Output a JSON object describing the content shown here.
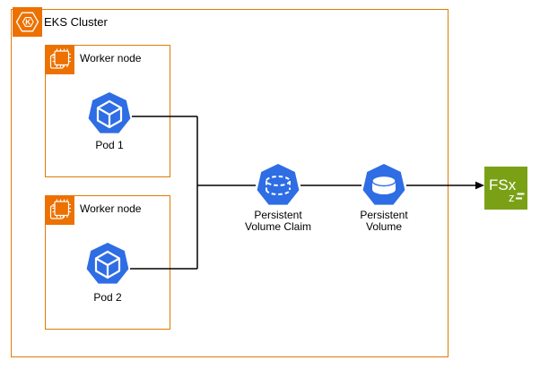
{
  "diagram_type": "aws-eks-architecture",
  "cluster": {
    "label": "EKS Cluster",
    "icon": "eks-hexagon-k-icon",
    "icon_letter": "K"
  },
  "worker_nodes": [
    {
      "label": "Worker node",
      "icon": "cpu-chip-icon"
    },
    {
      "label": "Worker node",
      "icon": "cpu-chip-icon"
    }
  ],
  "pods": [
    {
      "label": "Pod 1",
      "icon": "k8s-pod-cube-icon"
    },
    {
      "label": "Pod 2",
      "icon": "k8s-pod-cube-icon"
    }
  ],
  "pvc": {
    "line1": "Persistent",
    "line2": "Volume Claim",
    "icon": "k8s-persistent-volume-claim-dashed-cylinder-icon"
  },
  "pv": {
    "line1": "Persistent",
    "line2": "Volume",
    "icon": "k8s-persistent-volume-cylinder-icon"
  },
  "fsx": {
    "label": "FSx",
    "subscript": "z",
    "icon": "aws-fsx-openzfs-icon"
  },
  "connections": [
    "Pod 1 — Persistent Volume Claim",
    "Pod 2 — Persistent Volume Claim",
    "Persistent Volume Claim — Persistent Volume",
    "Persistent Volume → FSx (arrow)"
  ],
  "colors": {
    "aws_orange": "#ED7100",
    "box_border_orange": "#E07B06",
    "k8s_blue": "#2E6DE4",
    "fsx_green": "#7AA116",
    "connector_black": "#000000",
    "text": "#000000",
    "background": "#FFFFFF"
  }
}
